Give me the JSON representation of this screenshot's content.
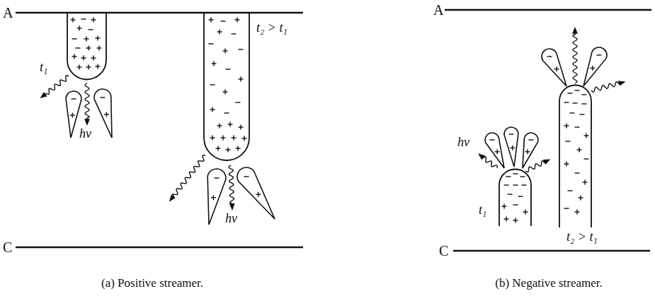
{
  "diagram": {
    "labels": [
      "A",
      "C",
      "t₁",
      "t₂ > t₁",
      "hν",
      "hν",
      "(a) Positive streamer.",
      "A",
      "C",
      "hν",
      "t₁",
      "t₂ > t₁",
      "(b) Negative streamer."
    ]
  }
}
